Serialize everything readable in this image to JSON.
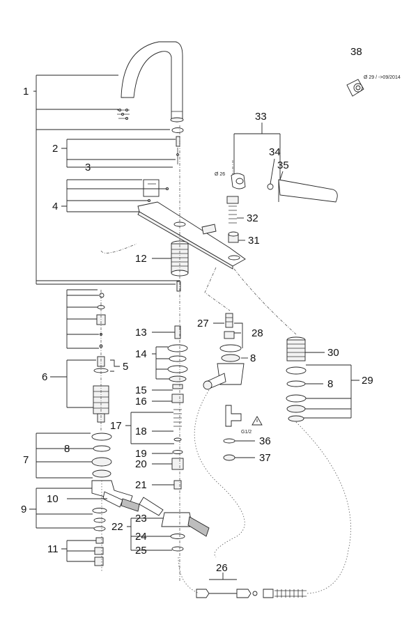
{
  "labels": {
    "p1": "1",
    "p2": "2",
    "p3": "3",
    "p4": "4",
    "p5": "5",
    "p6": "6",
    "p7": "7",
    "p8a": "8",
    "p8b": "8",
    "p8c": "8",
    "p9": "9",
    "p10": "10",
    "p11": "11",
    "p12": "12",
    "p13": "13",
    "p14": "14",
    "p15": "15",
    "p16": "16",
    "p17": "17",
    "p18": "18",
    "p19": "19",
    "p20": "20",
    "p21": "21",
    "p22": "22",
    "p23": "23",
    "p24": "24",
    "p25": "25",
    "p26": "26",
    "p27": "27",
    "p28": "28",
    "p29": "29",
    "p30": "30",
    "p31": "31",
    "p32": "32",
    "p33": "33",
    "p34": "34",
    "p35": "35",
    "p36": "36",
    "p37": "37",
    "p38": "38"
  },
  "notes": {
    "dia26": "Ø 26",
    "dia29": "Ø 29 / ->09/2014",
    "thread": "G1/2"
  },
  "icons": {
    "warning": "warning-triangle-icon"
  }
}
